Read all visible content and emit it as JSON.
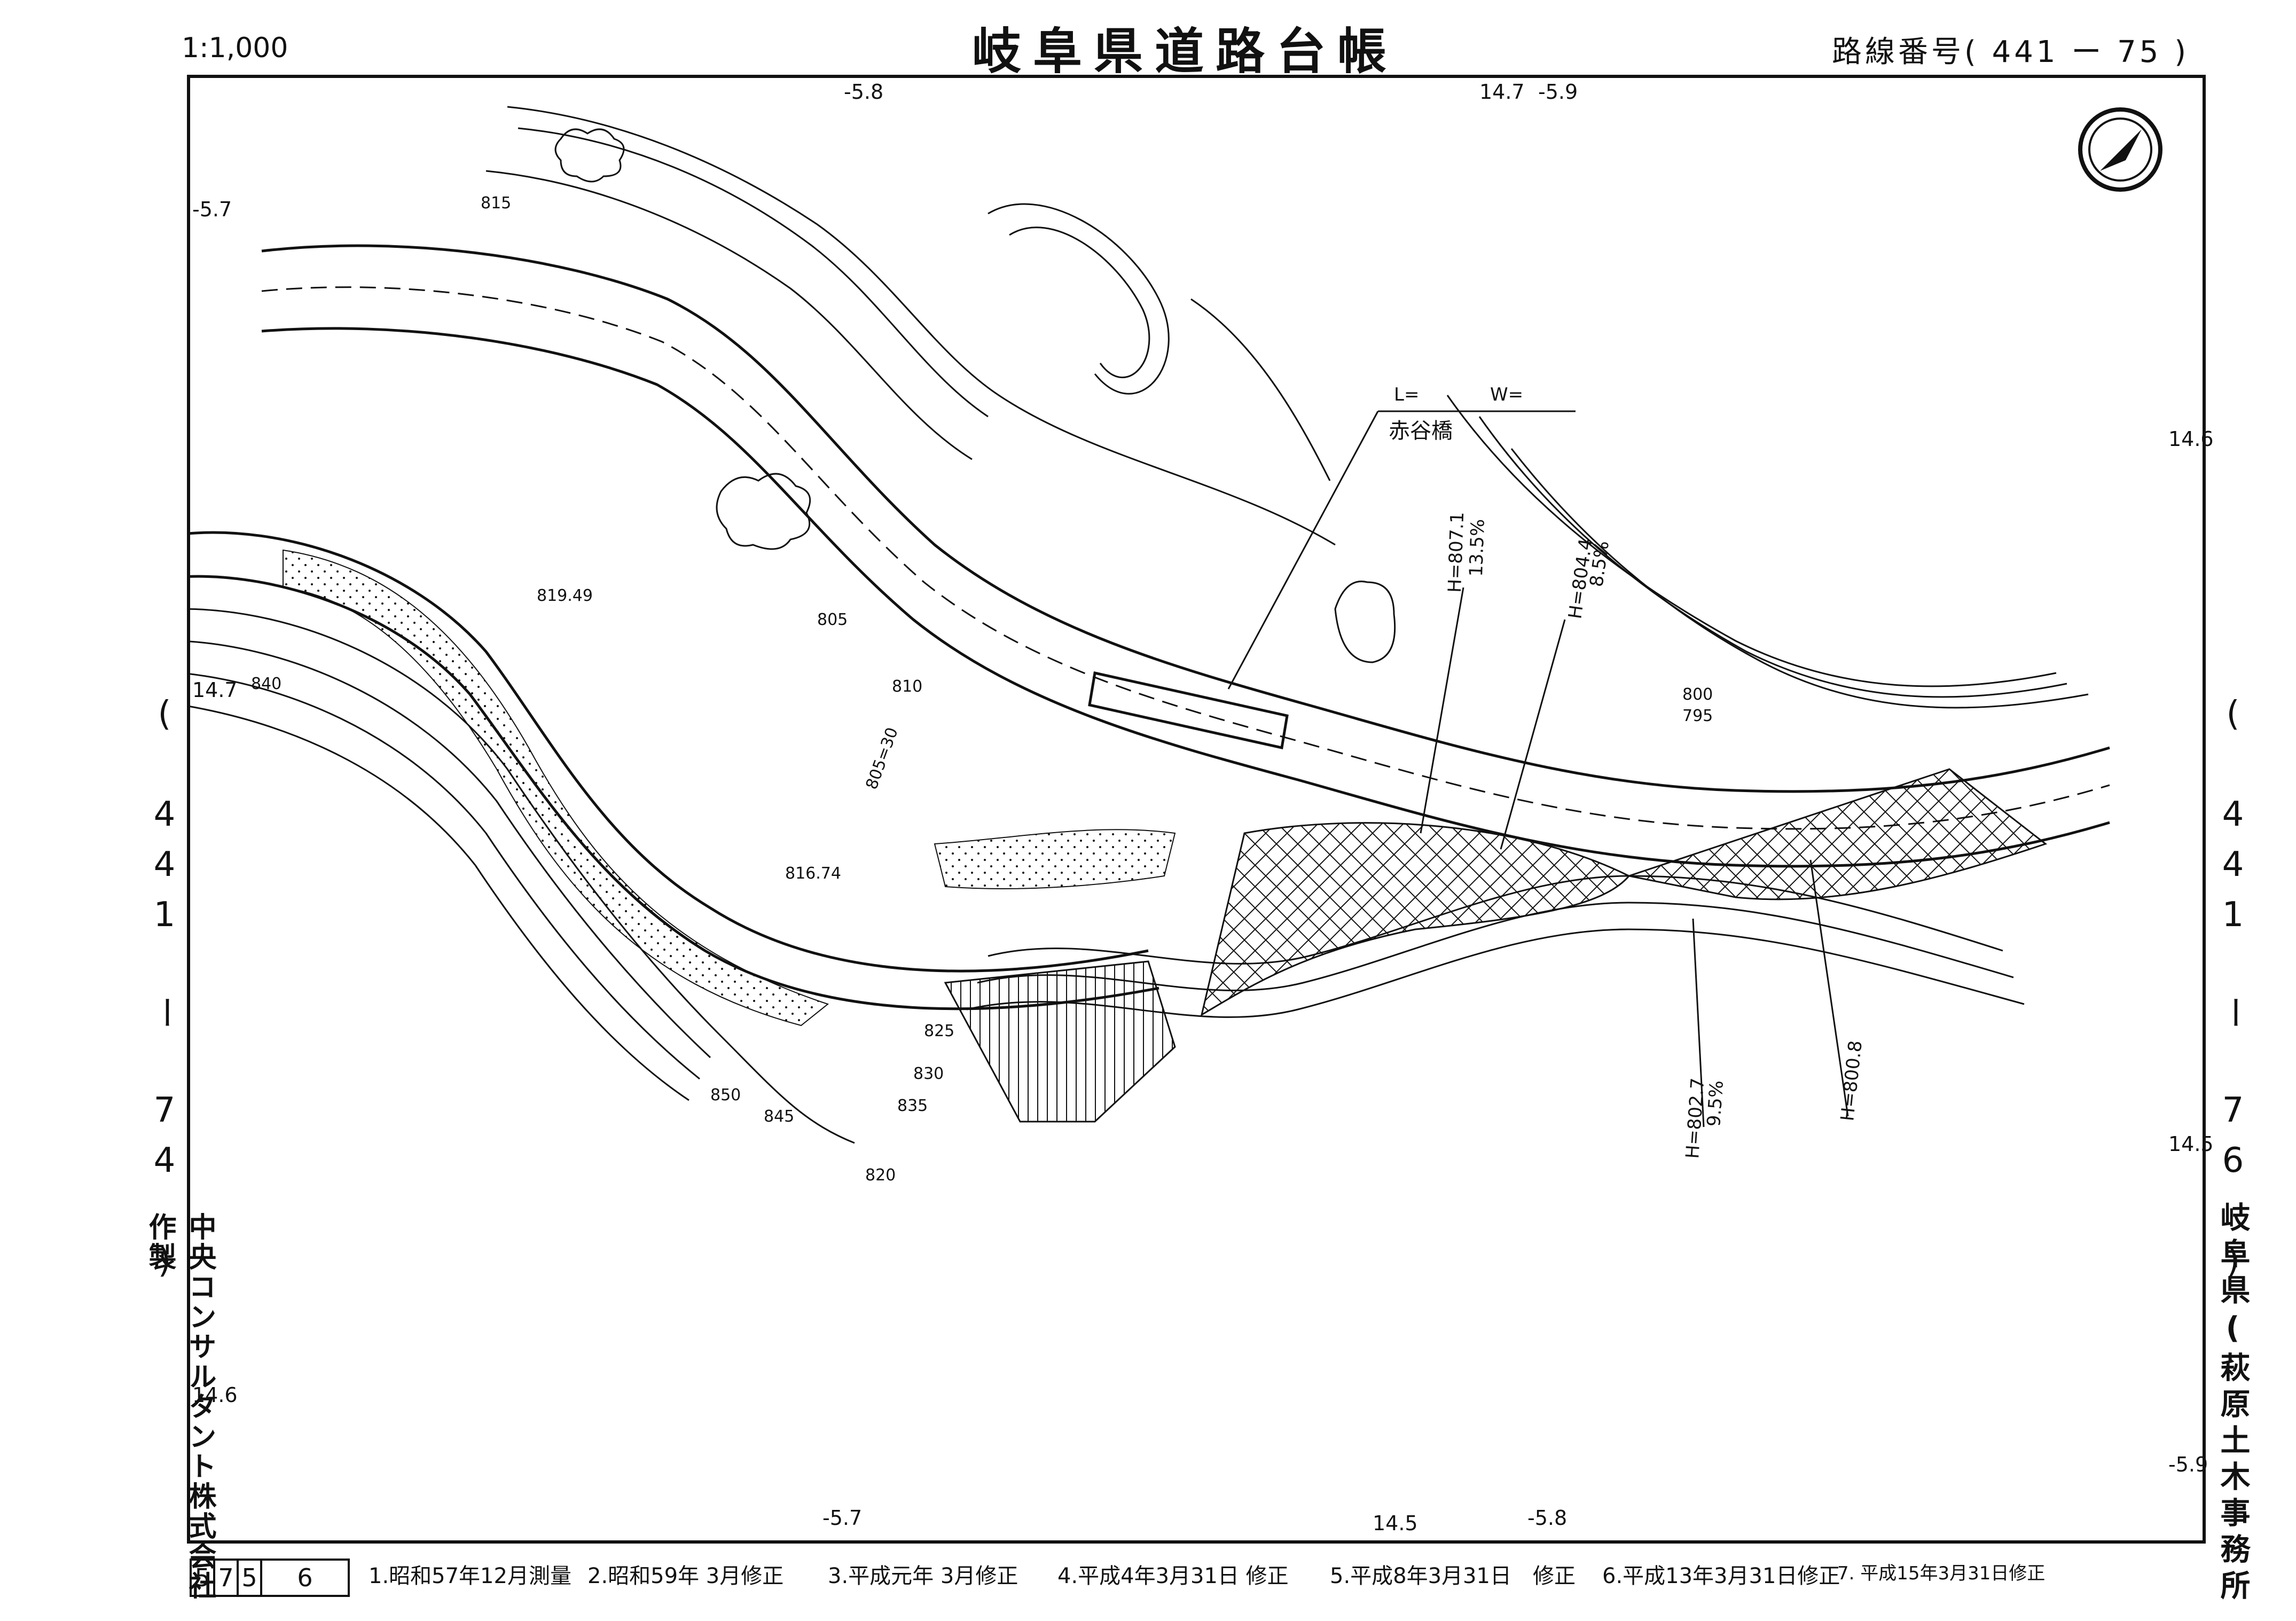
{
  "header": {
    "scale": "1:1,000",
    "title": "岐阜県道路台帳",
    "route_number": "路線番号( 441 ー 75 )"
  },
  "adjacent_sheets": {
    "left": "( 441 ー 74 )",
    "right": "( 441 ー 76 )"
  },
  "margin_marks": {
    "top_left": "-5.7",
    "top_a": "-5.8",
    "top_b": "14.7",
    "top_c": "-5.9",
    "left_a": "14.7",
    "left_b": "14.6",
    "right_a": "14.6",
    "right_b": "14.5",
    "right_c": "-5.9",
    "bottom_a": "-5.7",
    "bottom_b": "14.5",
    "bottom_c": "-5.8"
  },
  "maker": "中央コンサルタント株式会社作製",
  "office": "岐阜県(萩原土木事務所",
  "sheet_number": {
    "digits": [
      "5",
      "7",
      "5"
    ],
    "sub": "6"
  },
  "history": [
    "1.昭和57年12月測量",
    "2.昭和59年 3月修正",
    "3.平成元年 3月修正",
    "4.平成4年3月31日 修正",
    "5.平成8年3月31日　修正",
    "6.平成13年3月31日修正",
    "7. 平成15年3月31日修正"
  ],
  "map_labels": {
    "bridge_name": "赤谷橋",
    "bridge_l": "L=",
    "bridge_w": "W=",
    "h1": "H=807.1",
    "g1": "13.5%",
    "h2": "H=804.4",
    "g2": "8.5%",
    "h3": "H=802.7",
    "g3": "9.5%",
    "h4": "H=800.8",
    "spot1": "819.49",
    "spot2": "816.74",
    "curve": "805=30",
    "c805": "805",
    "c810": "810",
    "c815": "815",
    "c820": "820",
    "c825": "825",
    "c830": "830",
    "c835": "835",
    "c840": "840",
    "c845": "845",
    "c850": "850",
    "c800": "800",
    "c795": "795"
  }
}
